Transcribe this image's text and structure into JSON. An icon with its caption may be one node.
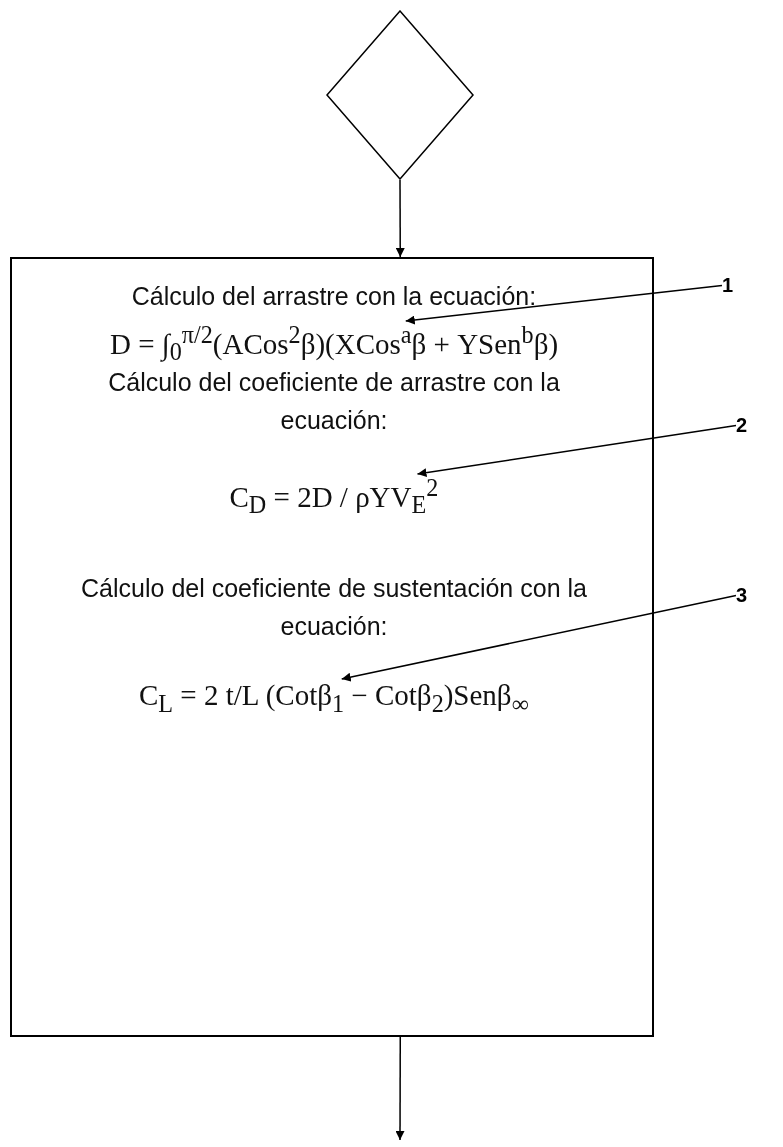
{
  "diagram": {
    "nodes": [
      {
        "text": [],
        "shape": "diamond"
      },
      {
        "text": [
          "Cálculo del arrastre con la ecuación:",
          "Cálculo del coeficiente de arrastre con la ecuación:",
          "Cálculo del coeficiente de sustentación con la ecuación:"
        ]
      },
      {
        "text": [
          "D = ∫$_{0}$$^{π/2}$(ACos$^{2}$β)(XCos$^{a}$β + YSen$^{b}$β)"
        ],
        "in": 1
      },
      {
        "text": [
          "C$_{D}$ = 2D / ρYV$_{E}$$^{2}$"
        ],
        "in": 1
      },
      {
        "text": [
          "C$_{L}$ = 2 t/L (Cotβ$_{1}$ − Cotβ$_{2}$)Senβ$_{∞}$"
        ],
        "in": 1
      },
      {
        "text": [
          "1"
        ]
      },
      {
        "text": [
          "2"
        ]
      },
      {
        "text": [
          "3"
        ]
      }
    ],
    "edges": [
      {
        "from": 0,
        "to": 1,
        "arrow": "to"
      },
      {
        "from": 5,
        "to": 2,
        "arrow": "to"
      },
      {
        "from": 6,
        "to": 3,
        "arrow": "to"
      },
      {
        "from": 7,
        "to": 4,
        "arrow": "to"
      },
      {
        "from": 1,
        "to": null,
        "arrow": "to"
      }
    ]
  }
}
